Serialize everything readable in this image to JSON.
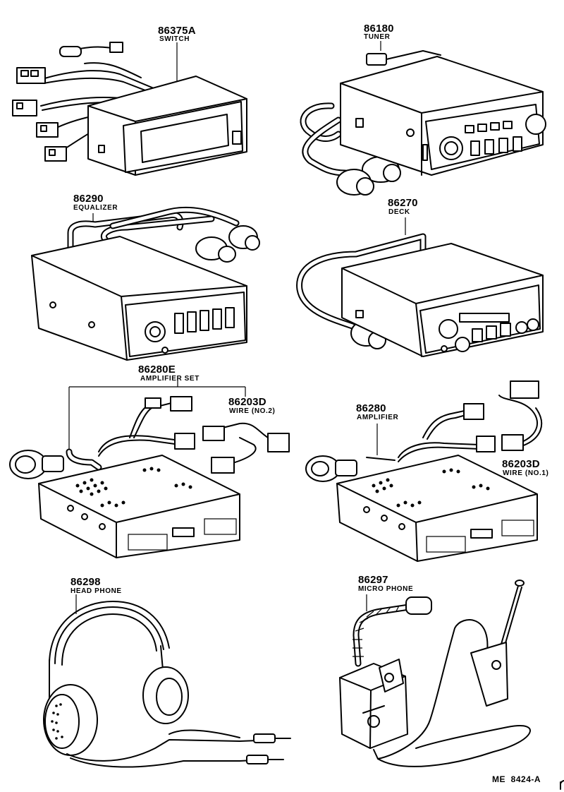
{
  "parts": {
    "switch": {
      "number": "86375A",
      "name": "SWITCH"
    },
    "tuner": {
      "number": "86180",
      "name": "TUNER"
    },
    "equalizer": {
      "number": "86290",
      "name": "EQUALIZER"
    },
    "deck": {
      "number": "86270",
      "name": "DECK"
    },
    "amp_set": {
      "number": "86280E",
      "name": "AMPLIFIER SET"
    },
    "wire_no2": {
      "number": "86203D",
      "name": "WIRE (NO.2)"
    },
    "amplifier": {
      "number": "86280",
      "name": "AMPLIFIER"
    },
    "wire_no1": {
      "number": "86203D",
      "name": "WIRE (NO.1)"
    },
    "head_phone": {
      "number": "86298",
      "name": "HEAD PHONE"
    },
    "micro_phone": {
      "number": "86297",
      "name": "MICRO PHONE"
    }
  },
  "footer": {
    "code": "ME  8424-A",
    "mark": "r"
  },
  "colors": {
    "ink": "#000000",
    "paper": "#ffffff"
  }
}
